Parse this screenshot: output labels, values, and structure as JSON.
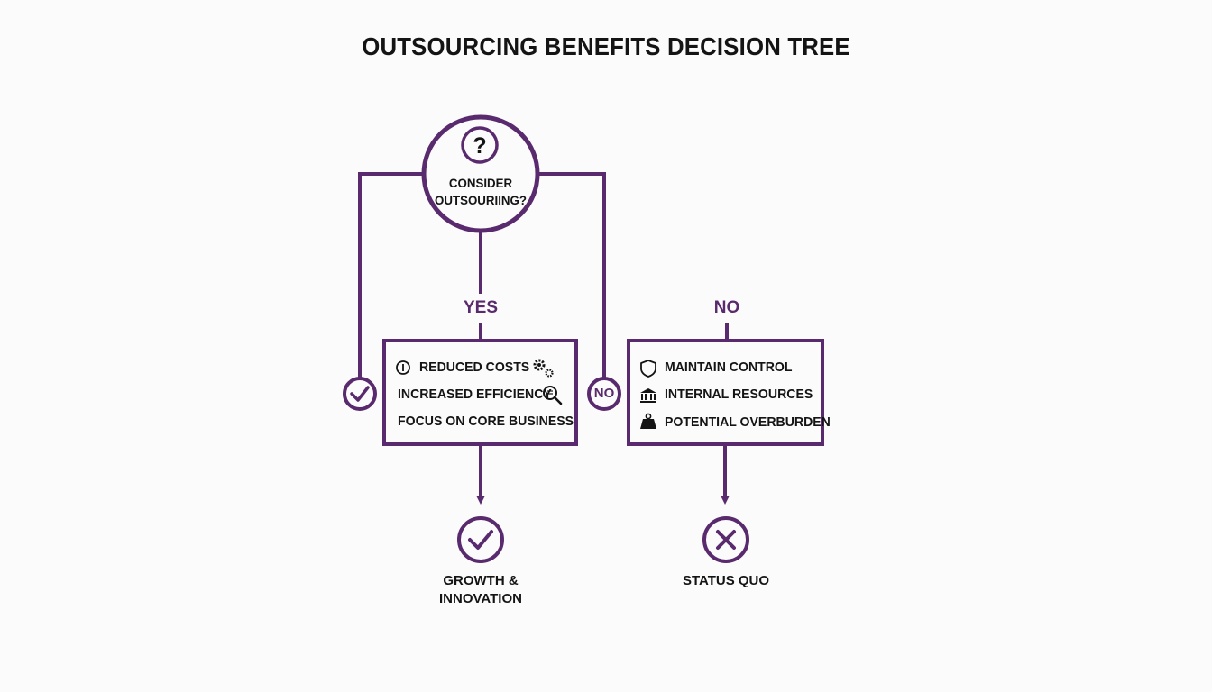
{
  "title": "OUTSOURCING BENEFITS DECISION TREE",
  "colors": {
    "accent": "#5a2a6e",
    "text": "#141414",
    "background": "#fbfbfb"
  },
  "decision": {
    "icon": "question-icon",
    "text": "CONSIDER OUTSOURIING?"
  },
  "branches": {
    "yes": {
      "label": "YES",
      "side_marker_icon": "check-icon",
      "items": [
        {
          "icon": "coin-icon",
          "label": "REDUCED COSTS",
          "trailing_icon": "gears-icon"
        },
        {
          "label": "INCREASED EFFICIENCY",
          "trailing_icon": "magnifier-icon"
        },
        {
          "label": "FOCUS ON CORE BUSINESS"
        }
      ],
      "outcome": {
        "icon": "check-icon",
        "label": "GROWTH & INNOVATION"
      }
    },
    "no": {
      "label": "NO",
      "side_marker_label": "NO",
      "items": [
        {
          "icon": "shield-icon",
          "label": "MAINTAIN CONTROL"
        },
        {
          "icon": "bank-icon",
          "label": "INTERNAL RESOURCES"
        },
        {
          "icon": "weight-icon",
          "label": "POTENTIAL OVERBURDEN"
        }
      ],
      "outcome": {
        "icon": "x-icon",
        "label": "STATUS QUO"
      }
    }
  }
}
